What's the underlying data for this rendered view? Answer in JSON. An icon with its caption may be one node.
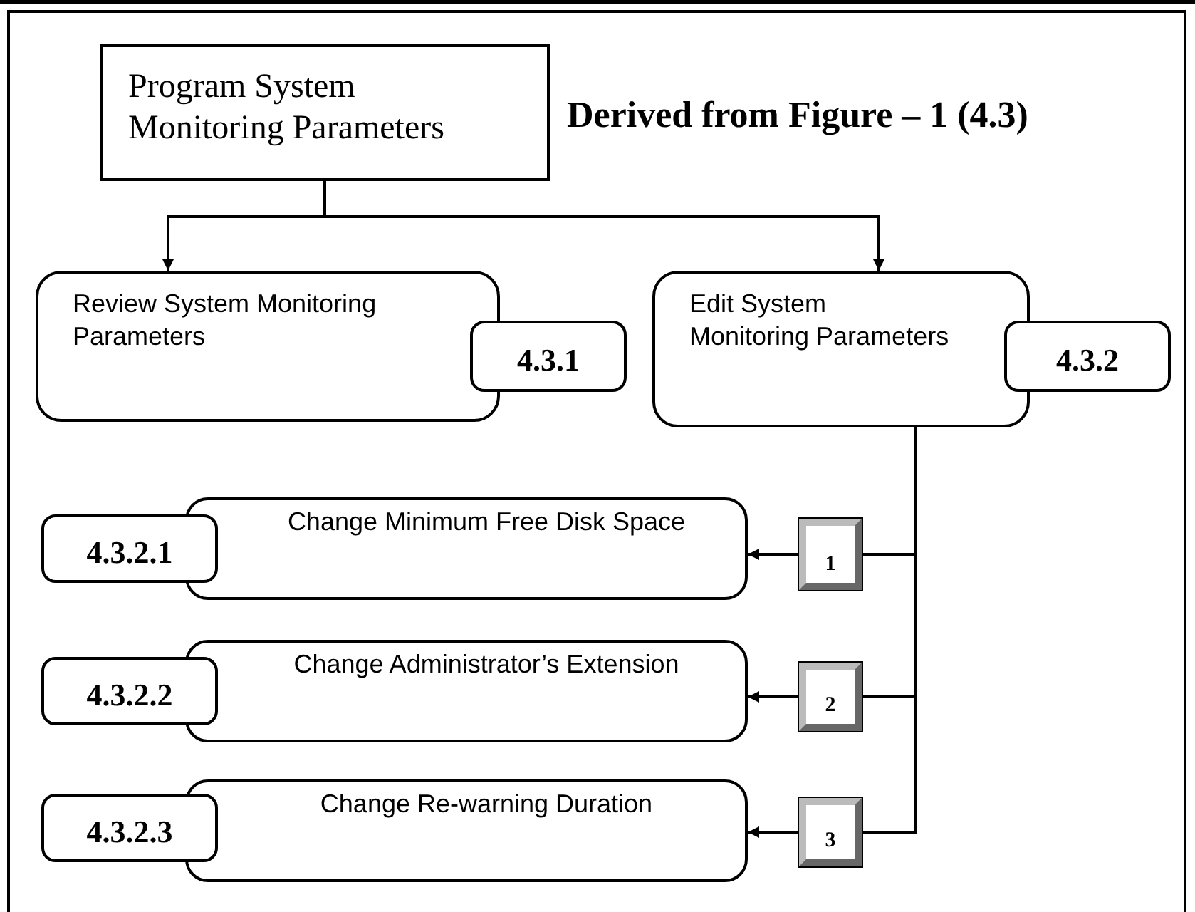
{
  "diagram": {
    "title": "Derived from Figure – 1 (4.3)",
    "nodes": [
      {
        "text": [
          "Program System Monitoring Parameters"
        ]
      },
      {
        "text": [
          "Review System Monitoring Parameters"
        ]
      },
      {
        "text": [
          "4.3.1"
        ]
      },
      {
        "text": [
          "Edit System Monitoring Parameters"
        ]
      },
      {
        "text": [
          "4.3.2"
        ]
      },
      {
        "text": [
          "4.3.2.1"
        ]
      },
      {
        "text": [
          "Change Minimum Free Disk Space"
        ]
      },
      {
        "text": [
          "1"
        ]
      },
      {
        "text": [
          "4.3.2.2"
        ]
      },
      {
        "text": [
          "Change Administrator’s Extension"
        ]
      },
      {
        "text": [
          "2"
        ]
      },
      {
        "text": [
          "4.3.2.3"
        ]
      },
      {
        "text": [
          "Change Re-warning Duration"
        ]
      },
      {
        "text": [
          "3"
        ]
      }
    ],
    "edges": [
      {
        "from": 0,
        "to": 1,
        "arrow": "to"
      },
      {
        "from": 0,
        "to": 3,
        "arrow": "to"
      },
      {
        "from": 3,
        "to": 7,
        "arrow": "none"
      },
      {
        "from": 7,
        "to": 6,
        "arrow": "to"
      },
      {
        "from": 3,
        "to": 10,
        "arrow": "none"
      },
      {
        "from": 10,
        "to": 9,
        "arrow": "to"
      },
      {
        "from": 3,
        "to": 13,
        "arrow": "none"
      },
      {
        "from": 13,
        "to": 12,
        "arrow": "to"
      }
    ]
  }
}
